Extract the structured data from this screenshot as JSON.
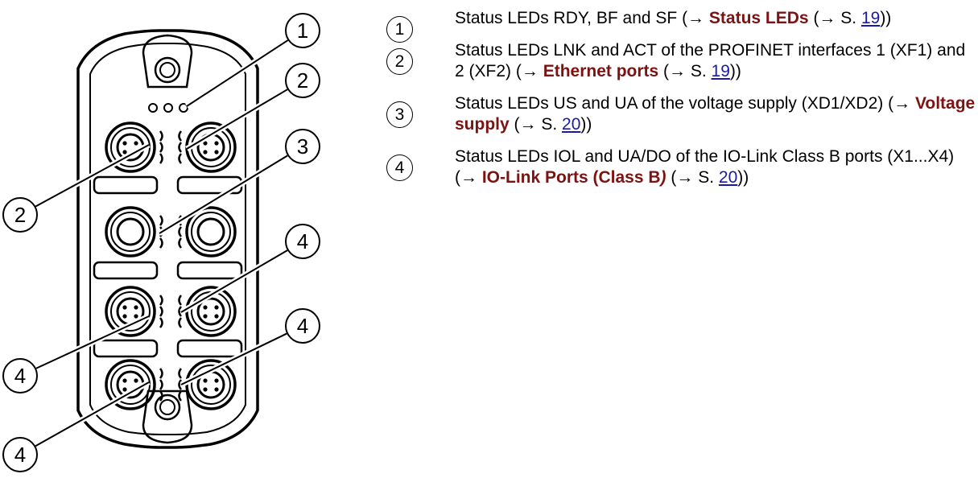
{
  "legend": [
    {
      "num": "1",
      "pre": "Status LEDs RDY, BF and SF (→ ",
      "ref": "Status LEDs",
      "mid": " (→ S. ",
      "page": "19",
      "post": "))"
    },
    {
      "num": "2",
      "pre": "Status LEDs LNK and ACT of the PROFINET interfaces 1 (XF1) and 2 (XF2) (→ ",
      "ref": "Ethernet ports",
      "mid": " (→ S. ",
      "page": "19",
      "post": "))"
    },
    {
      "num": "3",
      "pre": "Status LEDs US and UA of the voltage supply (XD1/XD2) (→ ",
      "ref": "Voltage supply",
      "mid": " (→ S. ",
      "page": "20",
      "post": "))"
    },
    {
      "num": "4",
      "pre": "Status LEDs IOL and UA/DO of the IO-Link Class B ports (X1...X4) (→ ",
      "ref": "IO-Link Ports (Class B",
      "refEnd": ")",
      "mid": " (→ S. ",
      "page": "20",
      "post": "))"
    }
  ],
  "callouts": [
    "1",
    "2",
    "2",
    "3",
    "4",
    "4",
    "4",
    "4"
  ]
}
